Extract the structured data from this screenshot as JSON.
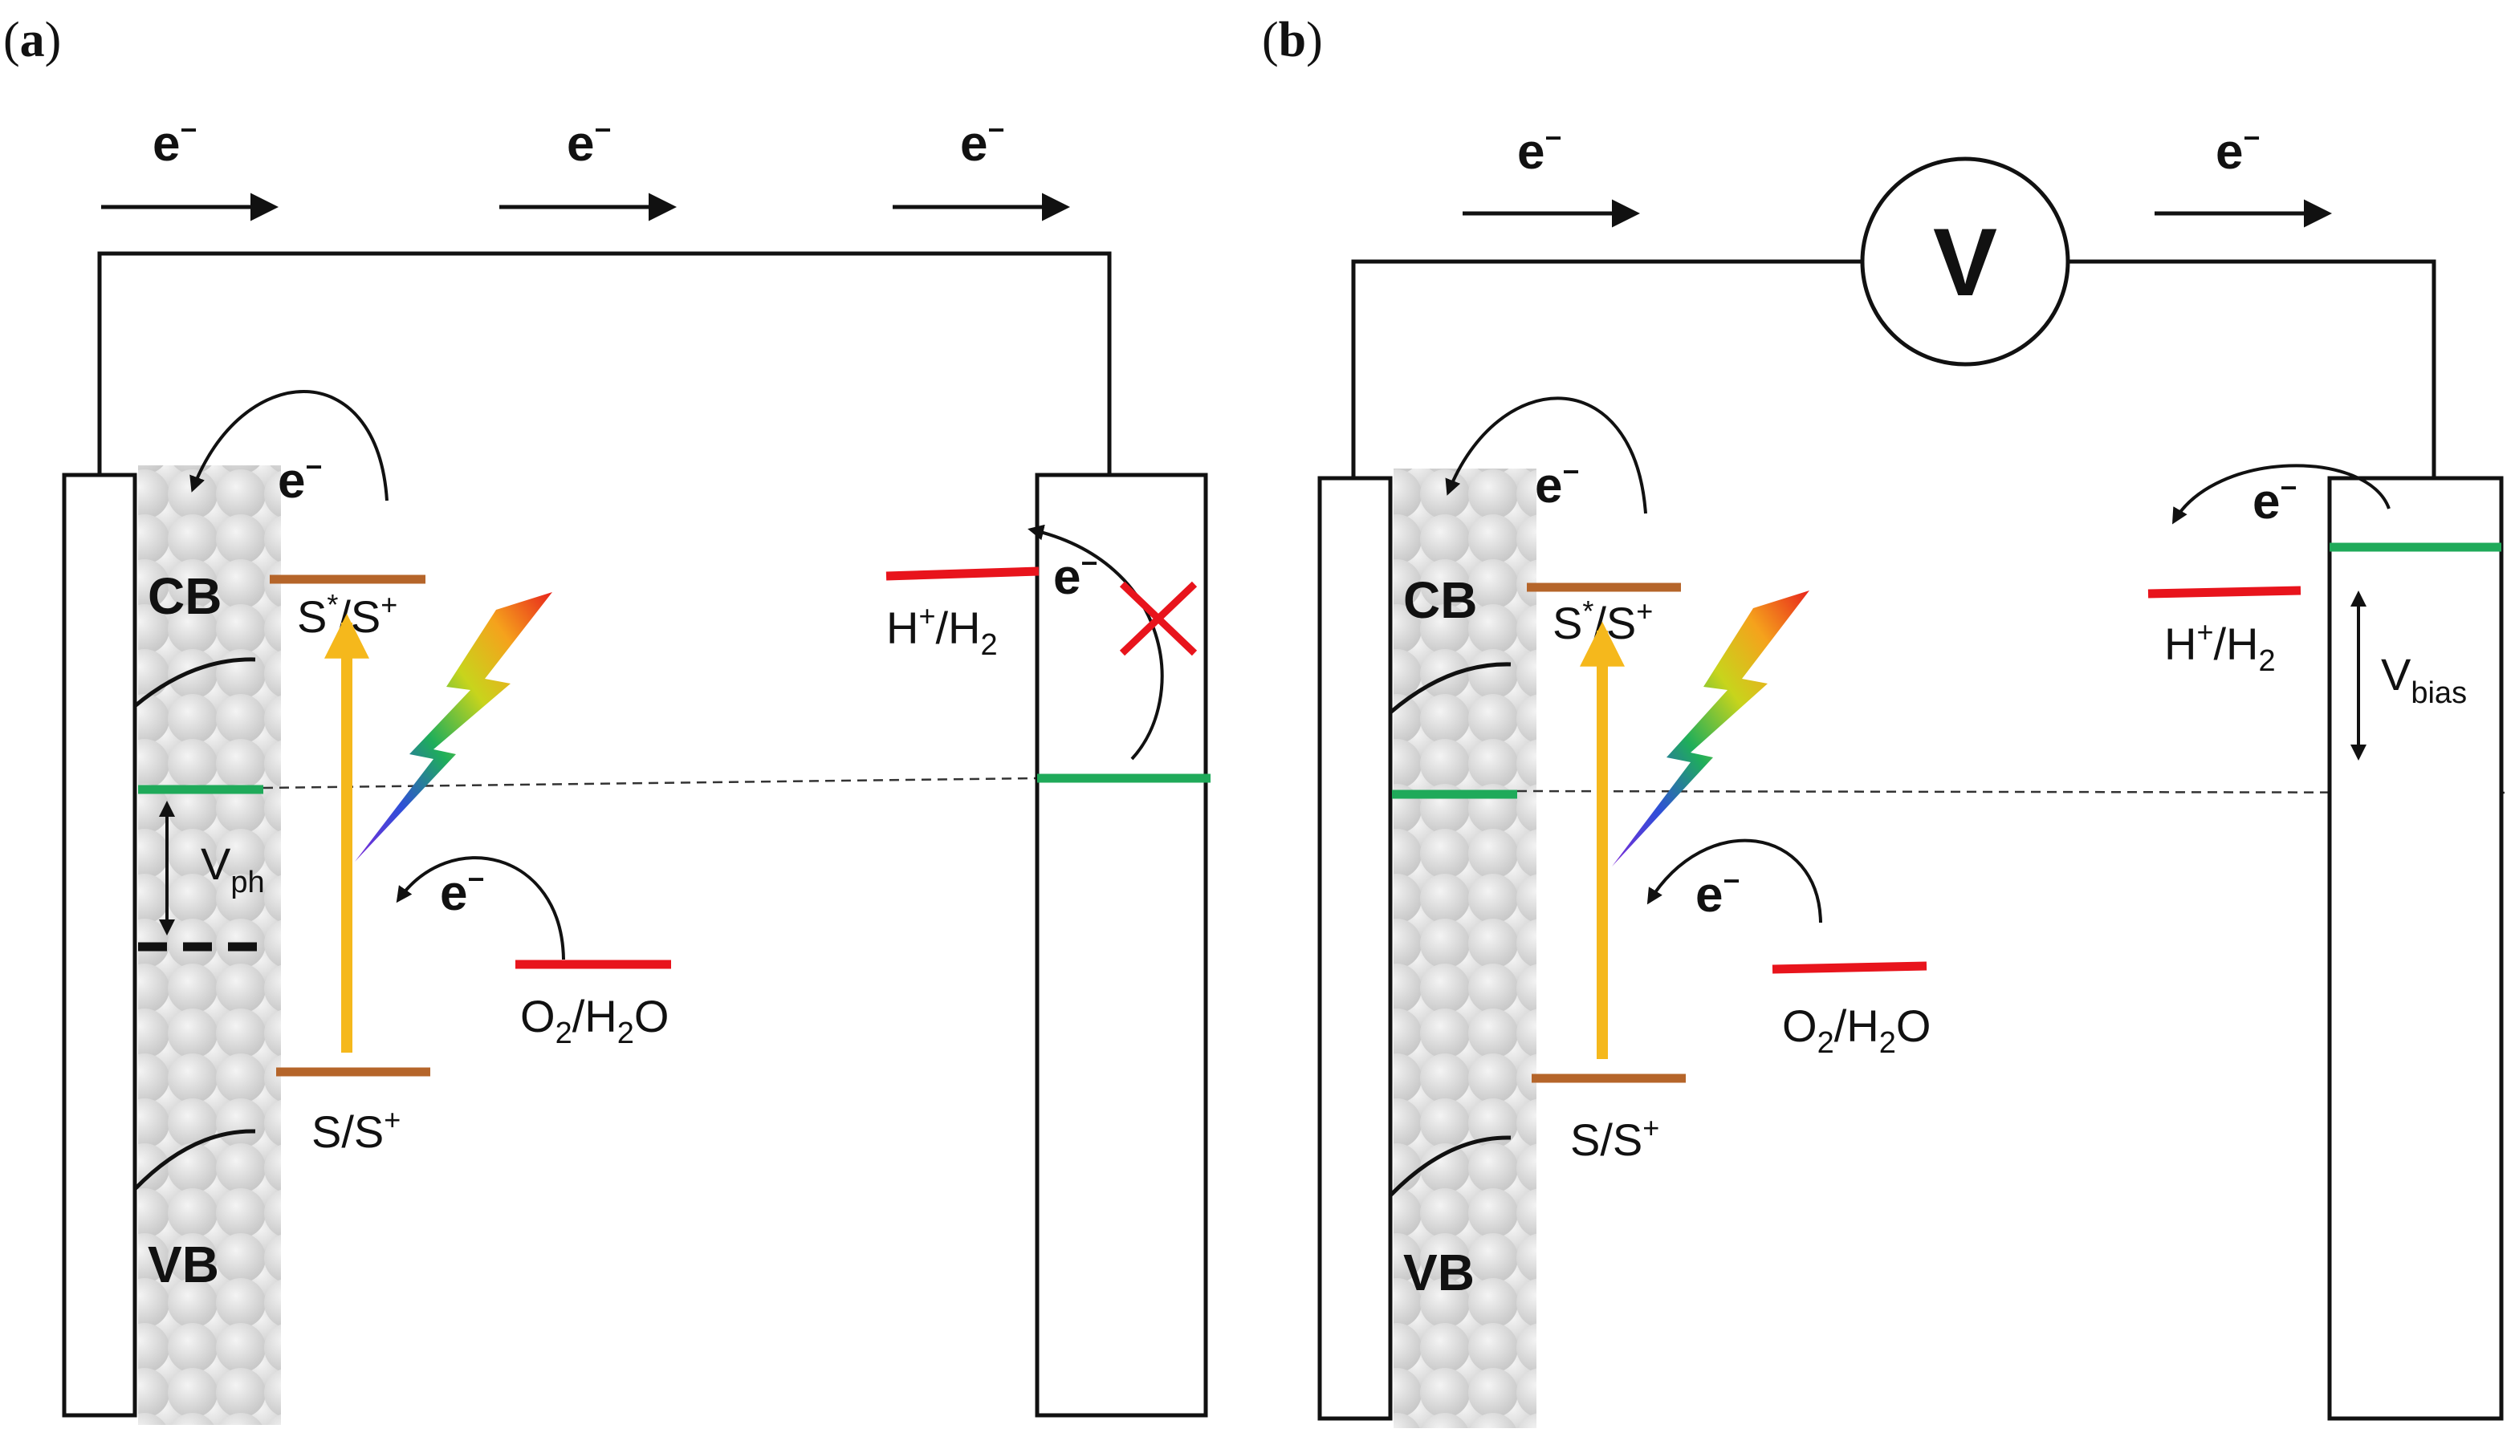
{
  "panels": [
    {
      "label_open": "(",
      "label_letter": "a",
      "label_close": ")",
      "electron": "e",
      "electron_sup": "−",
      "cb": "CB",
      "vb": "VB",
      "s_excited": "S",
      "s_excited_sup": "*",
      "s_excited_tail": "/S",
      "s_excited_tail_sup": "+",
      "s_ground": "S/S",
      "s_ground_sup": "+",
      "h_couple": "H",
      "h_couple_sup": "+",
      "h_couple_mid": "/H",
      "h_couple_sub": "2",
      "o_couple_o": "O",
      "o_couple_sub1": "2",
      "o_couple_mid": "/H",
      "o_couple_sub2": "2",
      "o_couple_tail": "O",
      "v_label": "V",
      "v_sub": "ph",
      "blocked_mark": "×"
    },
    {
      "label_open": "(",
      "label_letter": "b",
      "label_close": ")",
      "electron": "e",
      "electron_sup": "−",
      "cb": "CB",
      "vb": "VB",
      "s_excited": "S",
      "s_excited_sup": "*",
      "s_excited_tail": "/S",
      "s_excited_tail_sup": "+",
      "s_ground": "S/S",
      "s_ground_sup": "+",
      "h_couple": "H",
      "h_couple_sup": "+",
      "h_couple_mid": "/H",
      "h_couple_sub": "2",
      "o_couple_o": "O",
      "o_couple_sub1": "2",
      "o_couple_mid": "/H",
      "o_couple_sub2": "2",
      "o_couple_tail": "O",
      "v_label": "V",
      "v_sub": "bias",
      "voltmeter": "V"
    }
  ],
  "colors": {
    "redox_line": "#e8141c",
    "dye_level": "#b5652a",
    "fermi_level": "#1faa5a",
    "excitation_arrow": "#f5b81c",
    "outline": "#111111",
    "particles": "#d9d9d9"
  }
}
